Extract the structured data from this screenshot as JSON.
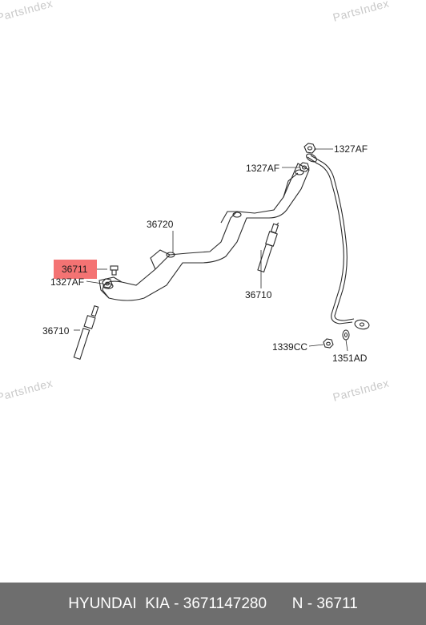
{
  "watermark": "PartsIndex",
  "callouts": {
    "nut_top_right": "1327AF",
    "nut_top_left": "1327AF",
    "bracket": "36720",
    "bolt_highlighted": "36711",
    "nut_bracket": "1327AF",
    "glow_plug_right": "36710",
    "glow_plug_left": "36710",
    "nut_small": "1339CC",
    "terminal": "1351AD"
  },
  "footer": {
    "brand": "HYUNDAI  KIA",
    "part_number": "3671147280",
    "ref_prefix": "N",
    "ref": "36711"
  },
  "colors": {
    "highlight": "#f25a5a",
    "footer_bg": "#6e6e6e",
    "watermark": "#c9c9c9"
  }
}
